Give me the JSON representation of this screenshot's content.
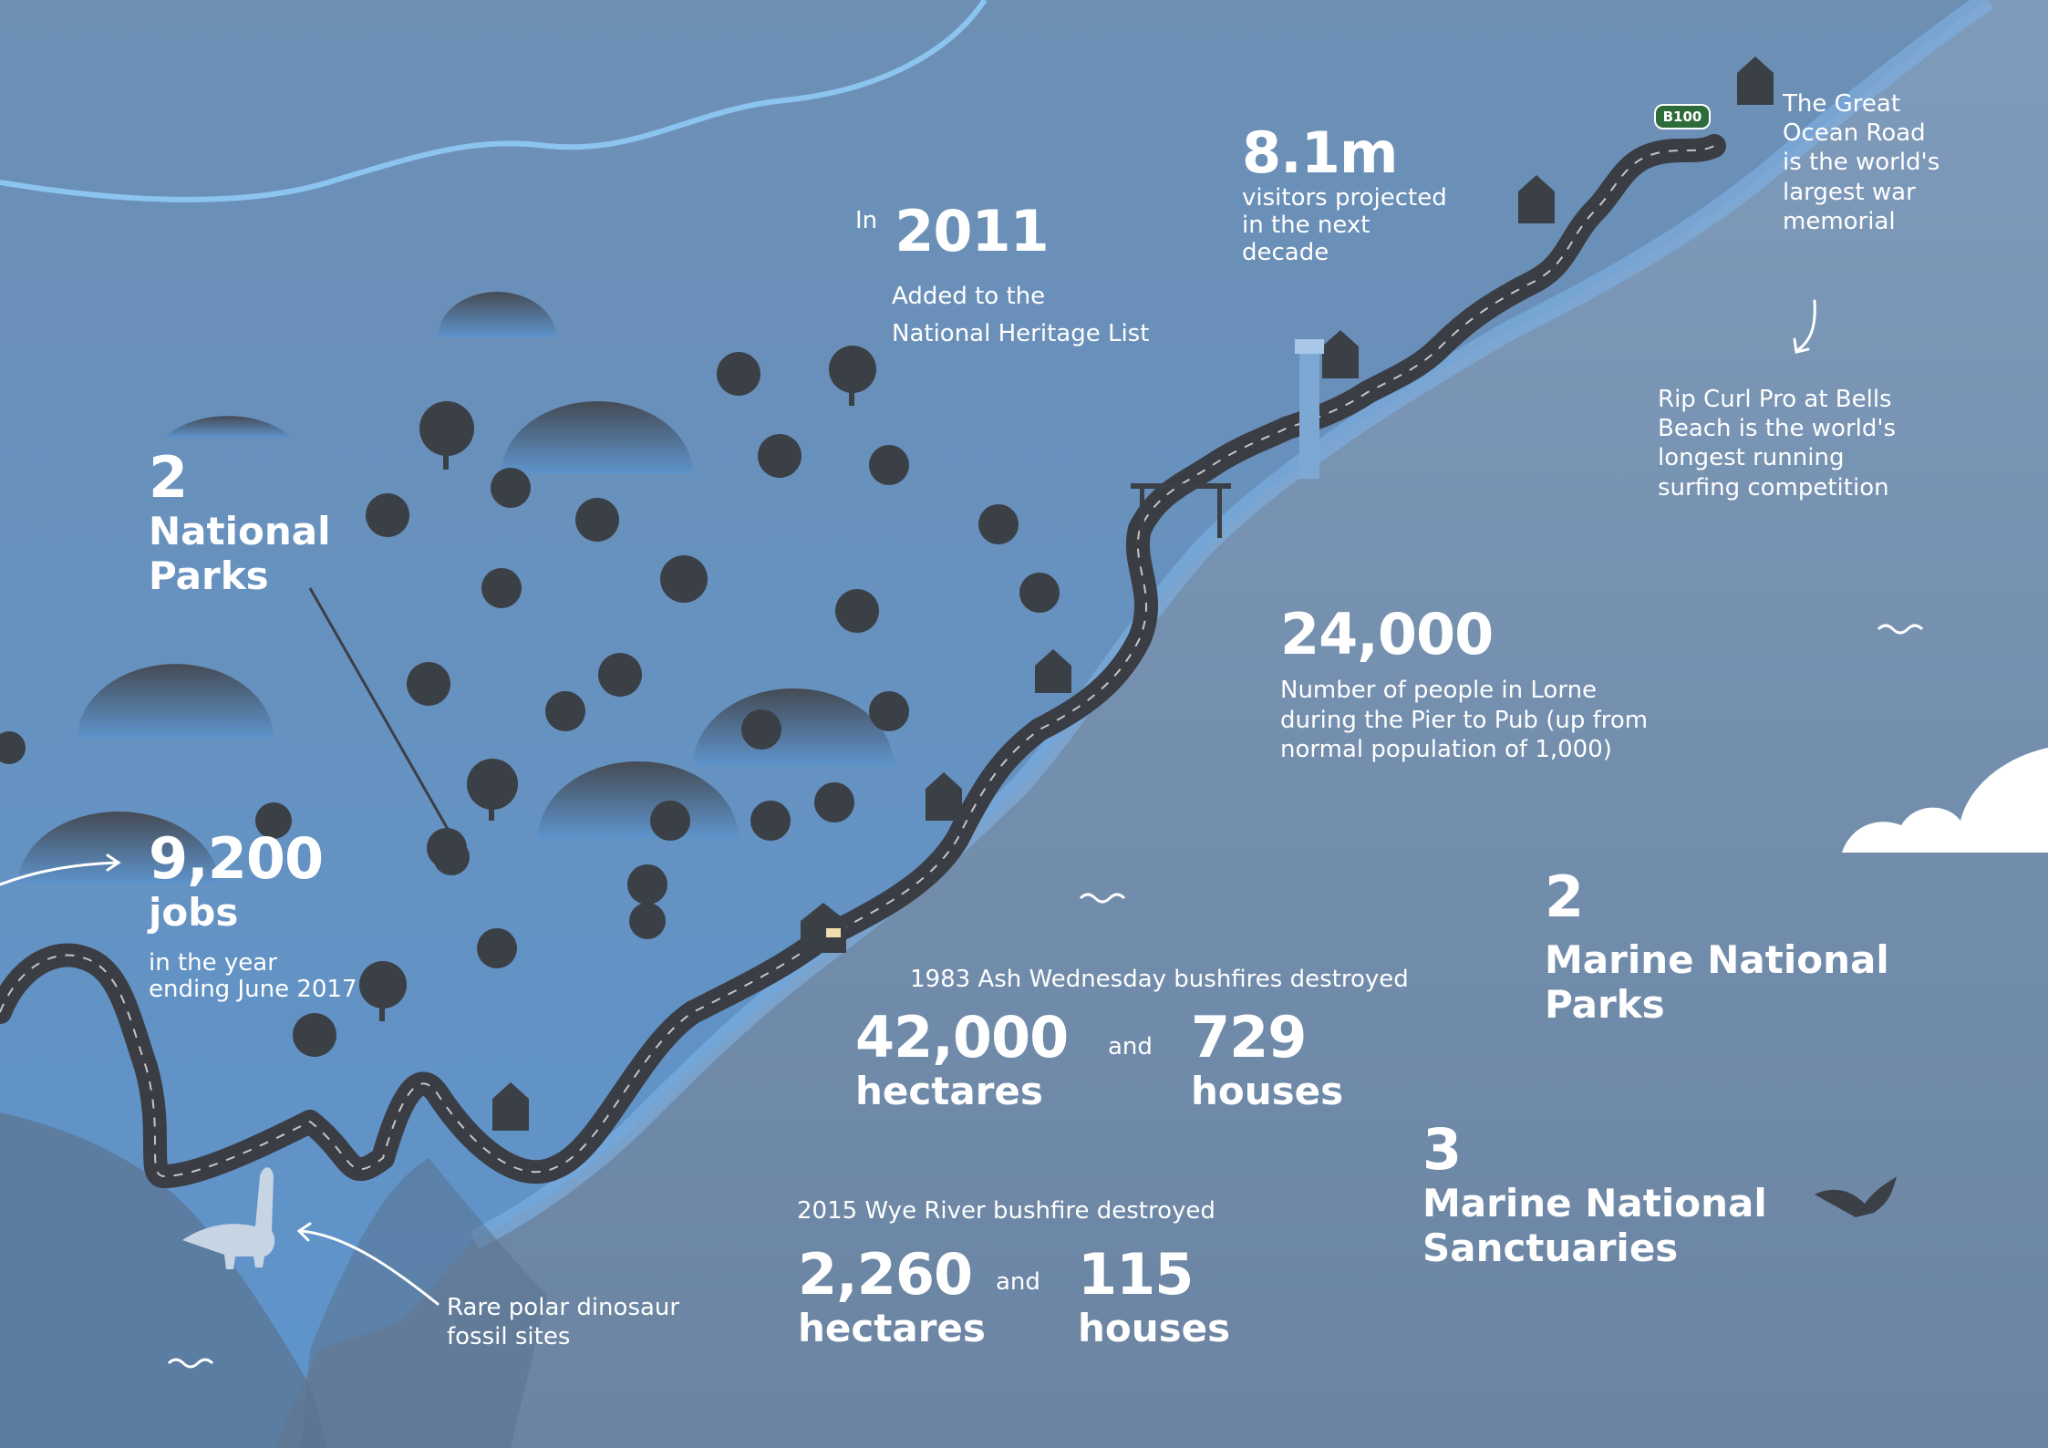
{
  "national_parks": {
    "number": "2",
    "label_line1": "National",
    "label_line2": "Parks"
  },
  "jobs": {
    "number": "9,200",
    "label": "jobs",
    "note_line1": "in the year",
    "note_line2": "ending June 2017"
  },
  "heritage": {
    "prefix": "In",
    "year": "2011",
    "line1": "Added to the",
    "line2": "National Heritage List"
  },
  "visitors": {
    "number": "8.1m",
    "line1": "visitors projected",
    "line2": "in the next",
    "line3": "decade"
  },
  "memorial": {
    "line1": "The Great",
    "line2": "Ocean Road",
    "line3": "is the world's",
    "line4": "largest war",
    "line5": "memorial"
  },
  "road_sign": "B100",
  "ripcurl": {
    "line1": "Rip Curl Pro at Bells",
    "line2": "Beach is the world's",
    "line3": "longest running",
    "line4": "surfing competition"
  },
  "lorne": {
    "number": "24,000",
    "line1": "Number of people in Lorne",
    "line2": "during the Pier to Pub (up from",
    "line3": "normal population of 1,000)"
  },
  "ash_wednesday": {
    "title": "1983 Ash Wednesday bushfires destroyed",
    "hectares_num": "42,000",
    "hectares_label": "hectares",
    "and": "and",
    "houses_num": "729",
    "houses_label": "houses"
  },
  "wye_river": {
    "title": "2015 Wye River bushfire destroyed",
    "hectares_num": "2,260",
    "hectares_label": "hectares",
    "and": "and",
    "houses_num": "115",
    "houses_label": "houses"
  },
  "marine_parks": {
    "number": "2",
    "line1": "Marine National",
    "line2": "Parks"
  },
  "marine_sanctuaries": {
    "number": "3",
    "line1": "Marine National",
    "line2": "Sanctuaries"
  },
  "dinosaur": {
    "line1": "Rare polar dinosaur",
    "line2": "fossil sites"
  },
  "colors": {
    "land": "#5e94cc",
    "sea": "#6f8aa8",
    "road": "#3a3d44",
    "hill": "#4a5462",
    "river": "#8cc4f0"
  }
}
